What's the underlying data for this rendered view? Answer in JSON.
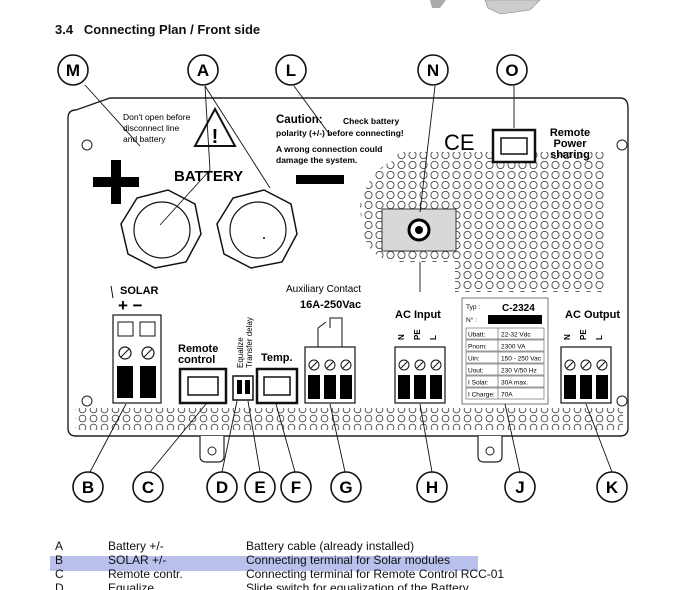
{
  "section": {
    "number": "3.4",
    "title": "Connecting Plan / Front side"
  },
  "callouts": [
    "M",
    "A",
    "L",
    "N",
    "O",
    "B",
    "C",
    "D",
    "E",
    "F",
    "G",
    "H",
    "J",
    "K"
  ],
  "panel": {
    "warning_text": [
      "Don't open before",
      "disconnect line",
      "and battery"
    ],
    "caution_head": "Caution:",
    "caution_line1": "Check battery",
    "caution_line2": "polarity (+/-) before connecting!",
    "caution_line3": "A wrong connection could",
    "caution_line4": "damage the system.",
    "ce_mark": "CE",
    "battery_label": "BATTERY",
    "plus": "+",
    "minus": "−",
    "remote_power": [
      "Remote",
      "Power",
      "sharing"
    ],
    "solar_label": "SOLAR",
    "solar_pm": "+ −",
    "remote_control": [
      "Remote",
      "control"
    ],
    "equalize": "Equalize",
    "transfer_delay": "Transfer delay",
    "temp": "Temp.",
    "aux_contact": "Auxiliary Contact",
    "aux_rating": "16A-250Vac",
    "ac_input": "AC Input",
    "ac_output": "AC Output",
    "npel": [
      "N",
      "PE",
      "L"
    ],
    "type_label": "Typ :",
    "type_value": "C-2324",
    "serial_label": "N° :",
    "spec_rows": [
      [
        "Ubatt:",
        "22-32 Vdc"
      ],
      [
        "Pnom:",
        "2300 VA"
      ],
      [
        "Uin:",
        "150 - 250 Vac"
      ],
      [
        "Uout:",
        "230 V/50 Hz"
      ],
      [
        "I Solar:",
        "30A max."
      ],
      [
        "I Charge:",
        "70A"
      ]
    ]
  },
  "legend": [
    {
      "key": "A",
      "name": "Battery +/-",
      "desc": "Battery cable (already installed)"
    },
    {
      "key": "B",
      "name": "SOLAR +/-",
      "desc": "Connecting terminal for Solar modules"
    },
    {
      "key": "C",
      "name": "Remote contr.",
      "desc": "Connecting terminal for Remote Control  RCC-01"
    },
    {
      "key": "D",
      "name": "Equalize",
      "desc": "Slide switch for equalization of the  Battery"
    }
  ],
  "highlight_row": "B"
}
